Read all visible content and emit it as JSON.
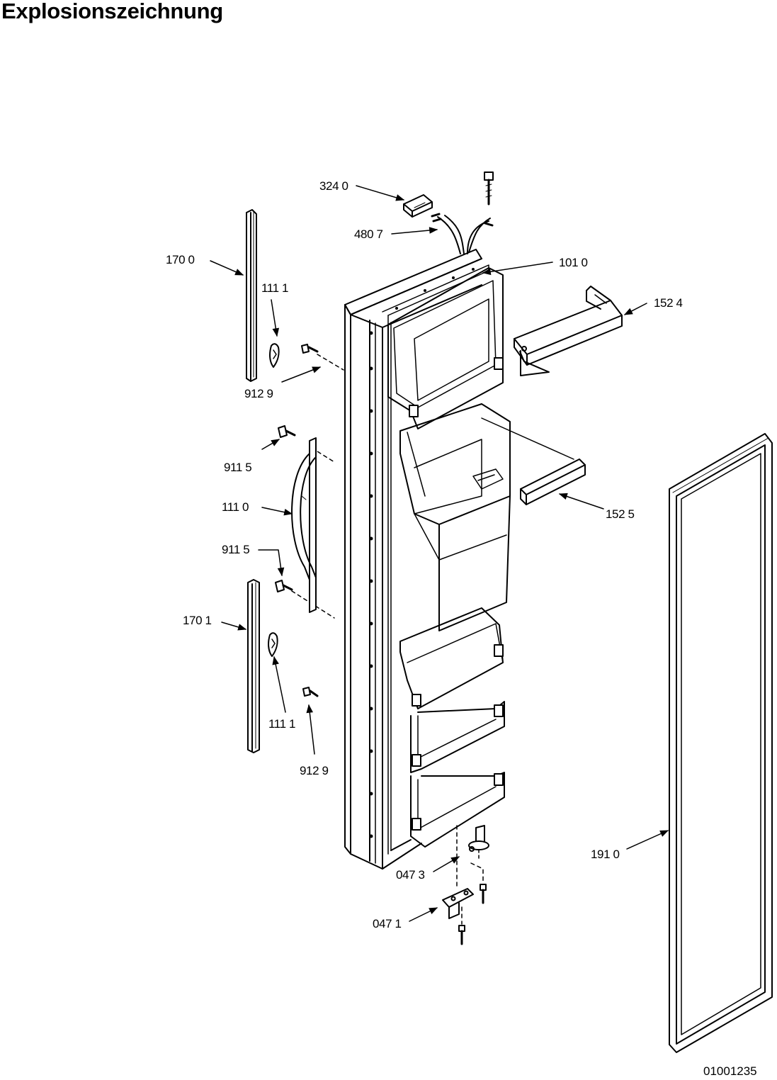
{
  "page": {
    "title": "Explosionszeichnung",
    "document_number": "01001235"
  },
  "labels": {
    "p3240": "324 0",
    "p4807": "480 7",
    "p1010": "101 0",
    "p1700": "170  0",
    "p1111a": "111 1",
    "p1524": "152 4",
    "p9129a": "912 9",
    "p9115a": "911 5",
    "p1110": "111 0",
    "p1525": "152 5",
    "p9115b": "911 5",
    "p1701": "170 1",
    "p1111b": "111 1",
    "p9129b": "912 9",
    "p1910": "191 0",
    "p0473": "047 3",
    "p0471": "047 1"
  }
}
